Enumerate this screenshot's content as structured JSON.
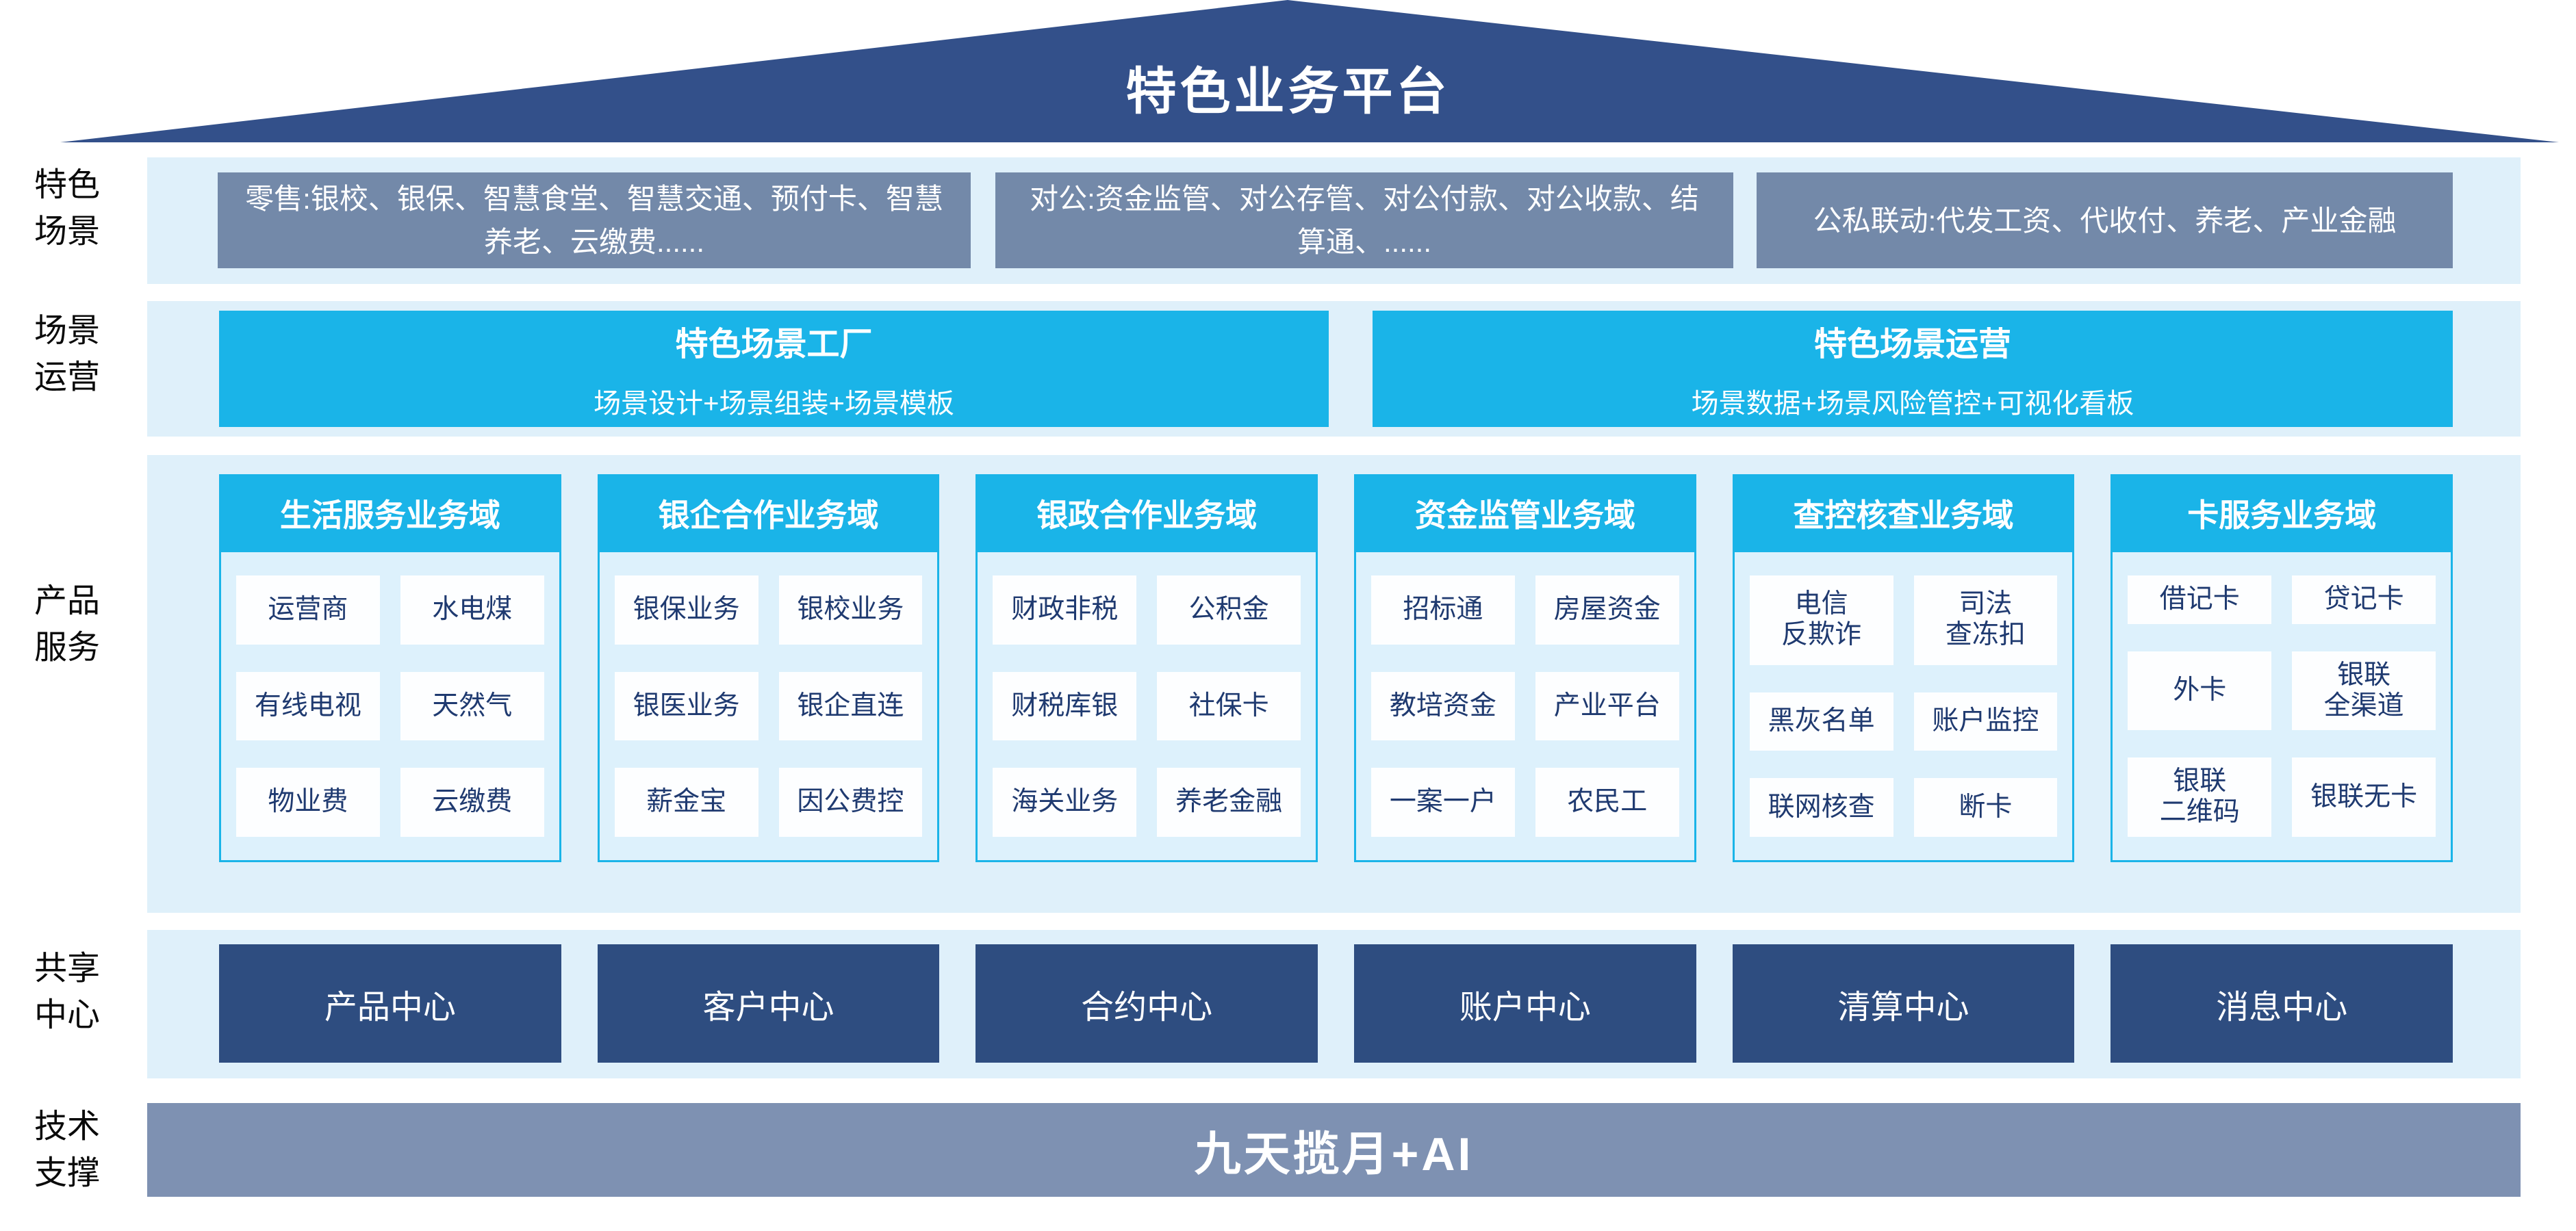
{
  "banner": {
    "title": "特色业务平台"
  },
  "scenes": {
    "label": "特色\n场景",
    "boxes": [
      "零售:银校、银保、智慧食堂、智慧交通、预付卡、智慧养老、云缴费......",
      "对公:资金监管、对公存管、对公付款、对公收款、结算通、......",
      "公私联动:代发工资、代收付、养老、产业金融"
    ]
  },
  "operations": {
    "label": "场景\n运营",
    "factory": {
      "title": "特色场景工厂",
      "subtitle": "场景设计+场景组装+场景模板"
    },
    "ops": {
      "title": "特色场景运营",
      "subtitle": "场景数据+场景风险管控+可视化看板"
    }
  },
  "products": {
    "label": "产品\n服务",
    "columns": [
      {
        "header": "生活服务业务域",
        "cells": [
          "运营商",
          "水电煤",
          "有线电视",
          "天然气",
          "物业费",
          "云缴费"
        ]
      },
      {
        "header": "银企合作业务域",
        "cells": [
          "银保业务",
          "银校业务",
          "银医业务",
          "银企直连",
          "薪金宝",
          "因公费控"
        ]
      },
      {
        "header": "银政合作业务域",
        "cells": [
          "财政非税",
          "公积金",
          "财税库银",
          "社保卡",
          "海关业务",
          "养老金融"
        ]
      },
      {
        "header": "资金监管业务域",
        "cells": [
          "招标通",
          "房屋资金",
          "教培资金",
          "产业平台",
          "一案一户",
          "农民工"
        ]
      },
      {
        "header": "查控核查业务域",
        "cells": [
          "电信\n反欺诈",
          "司法\n查冻扣",
          "黑灰名单",
          "账户监控",
          "联网核查",
          "断卡"
        ]
      },
      {
        "header": "卡服务业务域",
        "cells": [
          "借记卡",
          "贷记卡",
          "外卡",
          "银联\n全渠道",
          "银联\n二维码",
          "银联无卡"
        ]
      }
    ]
  },
  "centers": {
    "label": "共享\n中心",
    "boxes": [
      "产品中心",
      "客户中心",
      "合约中心",
      "账户中心",
      "清算中心",
      "消息中心"
    ]
  },
  "tech": {
    "label": "技术\n支撑",
    "title": "九天揽月+AI"
  },
  "colors": {
    "roof_navy": "#33508a",
    "scene_slate": "#7389a9",
    "cyan_accent": "#1ab4e8",
    "band_light_blue": "#dff0fa",
    "column_body_blue": "#ddf1fc",
    "cell_text_navy": "#1f3a70",
    "center_navy": "#2e4d80",
    "tech_bar_slate": "#7e91b2"
  }
}
